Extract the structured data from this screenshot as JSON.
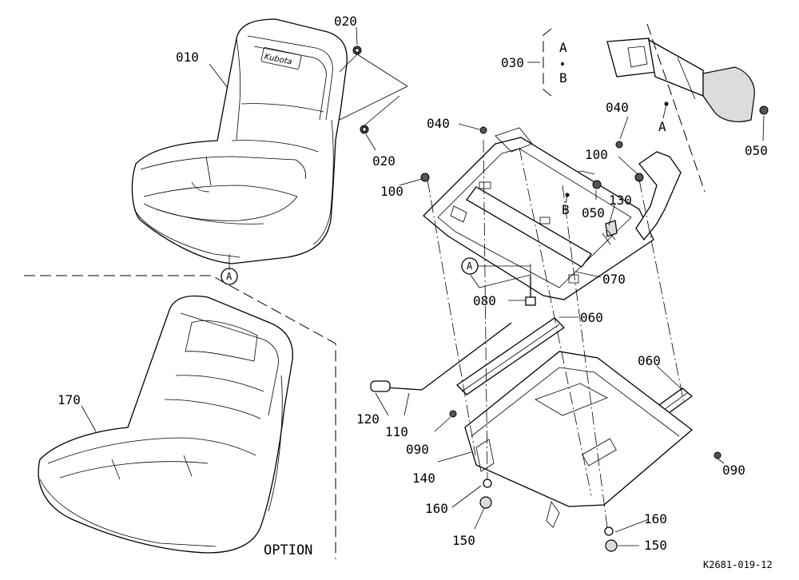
{
  "labels": {
    "p010": "010",
    "p020a": "020",
    "p020b": "020",
    "p030": "030",
    "p030_a": "A",
    "p030_b": "B",
    "p040a": "040",
    "p040b": "040",
    "p050a": "050",
    "p050b": "050",
    "p060a": "060",
    "p060b": "060",
    "p070": "070",
    "p080": "080",
    "p090a": "090",
    "p090b": "090",
    "p100a": "100",
    "p100b": "100",
    "p110": "110",
    "p120": "120",
    "p130": "130",
    "p140": "140",
    "p150a": "150",
    "p150b": "150",
    "p160a": "160",
    "p160b": "160",
    "p170": "170"
  },
  "callouts": {
    "belt_a": "A",
    "belt_b": "B",
    "circle_a_seat": "A",
    "circle_a_frame": "A"
  },
  "logo_text": "Kubota",
  "option_text": "OPTION",
  "reference": "K2681-019-12"
}
